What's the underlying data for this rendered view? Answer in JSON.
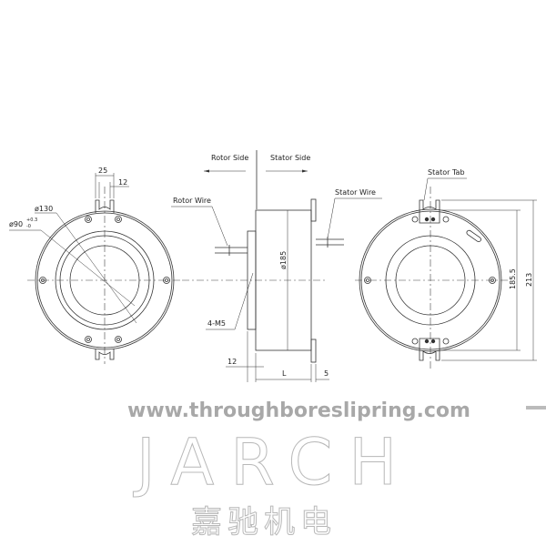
{
  "labels": {
    "rotor_side": "Rotor Side",
    "stator_side": "Stator Side",
    "rotor_wire": "Rotor Wire",
    "stator_wire": "Stator Wire",
    "stator_tab": "Stator Tab",
    "thread": "4-M5"
  },
  "dimensions": {
    "tab_width": "25",
    "tab_slot": "12",
    "d130": "ø130",
    "d90": "ø90",
    "d90_tol_upper": "+0.3",
    "d90_tol_lower": "-0",
    "d185": "ø185",
    "flange_thk": "12",
    "length": "L",
    "stator_flange": "5",
    "h185_5": "185.5",
    "h213": "213"
  },
  "watermark": {
    "url": "www.throughboreslipring.com",
    "brand": "JARCH",
    "brand_cn": "嘉驰机电"
  }
}
